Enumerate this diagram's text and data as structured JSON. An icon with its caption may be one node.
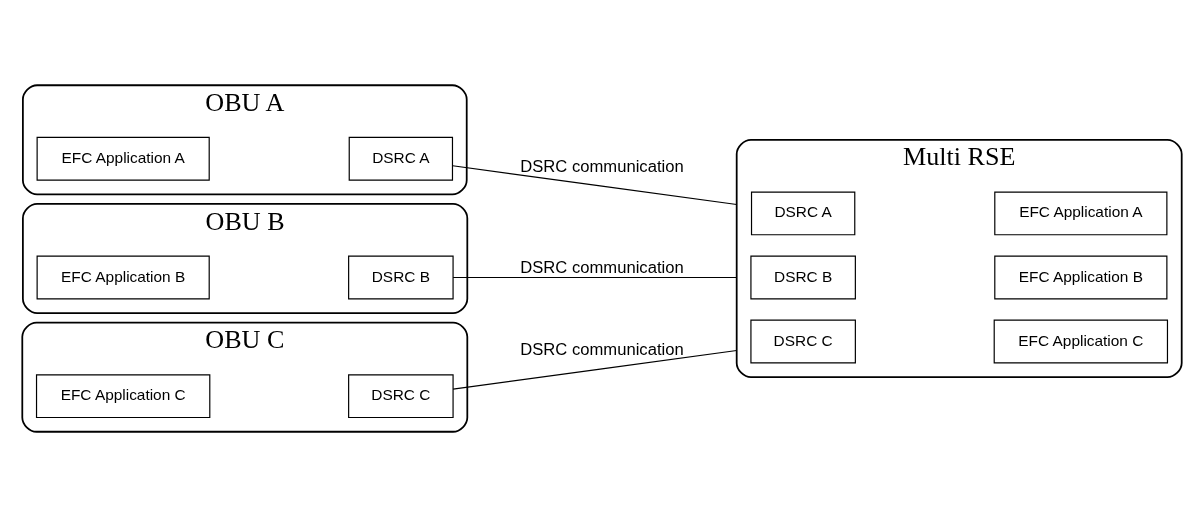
{
  "diagram": {
    "nodes": [
      {
        "text": [
          "OBU A"
        ]
      },
      {
        "text": [
          "EFC Application A"
        ],
        "in": 0
      },
      {
        "text": [
          "DSRC A"
        ],
        "in": 0
      },
      {
        "text": [
          "OBU B"
        ]
      },
      {
        "text": [
          "EFC Application B"
        ],
        "in": 3
      },
      {
        "text": [
          "DSRC B"
        ],
        "in": 3
      },
      {
        "text": [
          "OBU C"
        ]
      },
      {
        "text": [
          "EFC Application C"
        ],
        "in": 6
      },
      {
        "text": [
          "DSRC C"
        ],
        "in": 6
      },
      {
        "text": [
          "Multi RSE"
        ]
      },
      {
        "text": [
          "DSRC A"
        ],
        "in": 9
      },
      {
        "text": [
          "EFC Application A"
        ],
        "in": 9
      },
      {
        "text": [
          "DSRC B"
        ],
        "in": 9
      },
      {
        "text": [
          "EFC Application B"
        ],
        "in": 9
      },
      {
        "text": [
          "DSRC C"
        ],
        "in": 9
      },
      {
        "text": [
          "EFC Application C"
        ],
        "in": 9
      }
    ],
    "edges": [
      {
        "from": 2,
        "to": 9,
        "arrow": "none",
        "label": "DSRC communication"
      },
      {
        "from": 5,
        "to": 9,
        "arrow": "none",
        "label": "DSRC communication"
      },
      {
        "from": 8,
        "to": 9,
        "arrow": "none",
        "label": "DSRC communication"
      }
    ]
  }
}
